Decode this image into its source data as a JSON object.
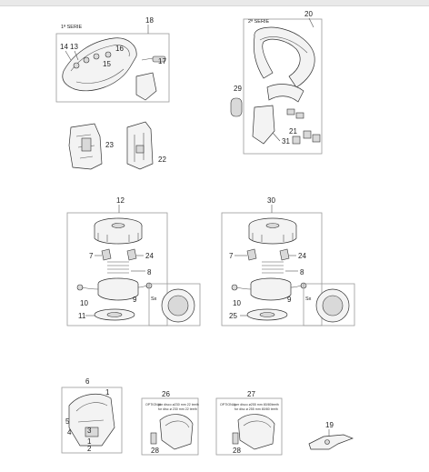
{
  "groups": {
    "g18": {
      "num": "18",
      "serie": "1ª SERIE",
      "parts": [
        "14",
        "13",
        "16",
        "15",
        "17"
      ]
    },
    "g20": {
      "num": "20",
      "serie": "2ª SERIE",
      "parts": [
        "29",
        "21",
        "31"
      ]
    },
    "singles": {
      "p23": "23",
      "p22": "22"
    },
    "g12": {
      "num": "12",
      "parts": [
        "7",
        "24",
        "8",
        "10",
        "9",
        "11"
      ],
      "inset": "Sx"
    },
    "g30": {
      "num": "30",
      "parts": [
        "7",
        "24",
        "8",
        "10",
        "9",
        "25"
      ],
      "inset": "Sx"
    },
    "g6": {
      "num": "6",
      "parts": [
        "1",
        "5",
        "3",
        "4",
        "1",
        "2"
      ]
    },
    "g26": {
      "num": "26",
      "part": "28",
      "optional": "OPTIONAL",
      "notes": [
        "per disco ø230 mm 22 teeth",
        "for disc ø 230 mm 22 teeth"
      ]
    },
    "g27": {
      "num": "27",
      "part": "28",
      "optional": "OPTIONAL",
      "notes": [
        "per disco ø255 mm 80/80teeth",
        "for disc ø 255 mm 80/80 teeth"
      ]
    },
    "p19": "19"
  },
  "colors": {
    "line": "#555555",
    "box": "#999999",
    "fill": "#f3f3f3"
  }
}
